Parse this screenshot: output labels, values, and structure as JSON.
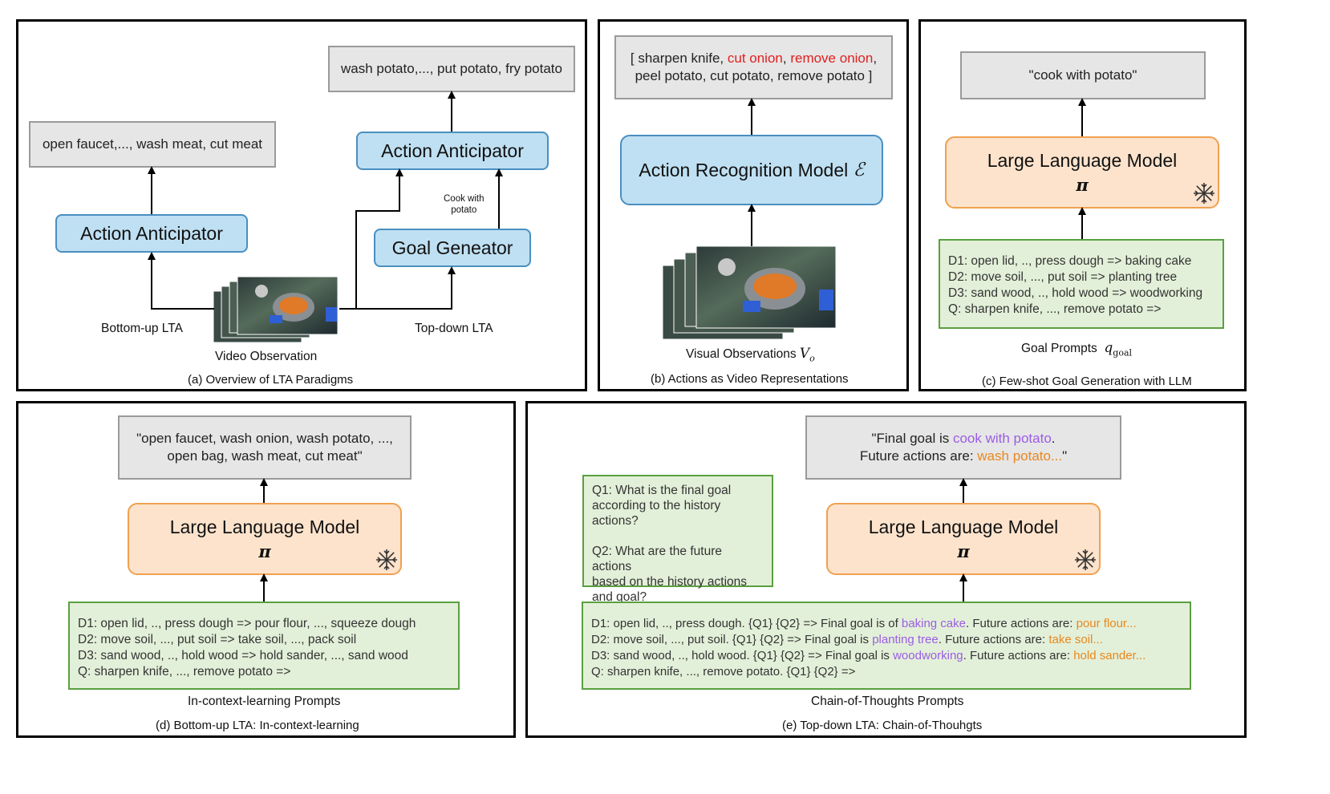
{
  "panel_a": {
    "caption": "(a) Overview of LTA Paradigms",
    "bottom_output": "open faucet,..., wash meat, cut meat",
    "top_output": "wash potato,..., put potato, fry potato",
    "anticipator_left": "Action Anticipator",
    "anticipator_right": "Action Anticipator",
    "goal_generator": "Goal Geneator",
    "goal_label_1": "Cook with",
    "goal_label_2": "potato",
    "bottom_up_label": "Bottom-up LTA",
    "top_down_label": "Top-down LTA",
    "video_label": "Video Observation"
  },
  "panel_b": {
    "caption": "(b) Actions as Video Representations",
    "output_prefix": "[ sharpen knife, ",
    "output_red_1": "cut onion",
    "output_sep": ", ",
    "output_red_2": "remove onion",
    "output_suffix": ",",
    "output_line2": "peel potato, cut potato, remove potato ]",
    "model_label": "Action Recognition Model",
    "model_symbol": "ℰ",
    "obs_label": "Visual Observations",
    "obs_symbol": "V",
    "obs_sub": "o"
  },
  "panel_c": {
    "caption": "(c) Few-shot Goal Generation with LLM",
    "output": "\"cook with potato\"",
    "llm_label": "Large Language Model",
    "llm_symbol": "π",
    "prompts": [
      "D1: open lid, .., press dough => baking cake",
      "D2: move soil, ..., put soil => planting tree",
      "D3: sand wood, .., hold wood => woodworking",
      "Q: sharpen knife, ..., remove potato =>"
    ],
    "prompt_label": "Goal Prompts",
    "prompt_symbol": "q",
    "prompt_sub": "goal"
  },
  "panel_d": {
    "caption": "(d) Bottom-up LTA: In-context-learning",
    "output_line1": "\"open faucet, wash onion, wash potato, ...,",
    "output_line2": "open bag, wash meat, cut meat\"",
    "llm_label": "Large Language Model",
    "llm_symbol": "π",
    "prompts": [
      "D1: open lid, .., press dough => pour flour, ..., squeeze dough",
      "D2: move soil, ..., put soil => take soil, ..., pack soil",
      "D3: sand wood, .., hold wood => hold sander, ..., sand wood",
      "Q: sharpen knife, ..., remove potato =>"
    ],
    "prompt_label": "In-context-learning Prompts"
  },
  "panel_e": {
    "caption": "(e) Top-down LTA: Chain-of-Thouhgts",
    "output_a": "\"Final goal is ",
    "output_goal": "cook with potato",
    "output_b": ".",
    "output_c": "Future actions are: ",
    "output_actions": "wash potato...",
    "output_d": "\"",
    "questions": [
      "Q1: What is the final goal",
      "according to the history actions?",
      "",
      "Q2: What are the future actions",
      "based on the history actions",
      "and goal?"
    ],
    "llm_label": "Large Language Model",
    "llm_symbol": "π",
    "cot": [
      {
        "pre": "D1: open lid, .., press dough. {Q1} {Q2} => Final goal is of ",
        "goal": "baking cake",
        "mid": ". Future actions are: ",
        "act": "pour flour..."
      },
      {
        "pre": "D2: move soil, ..., put soil. {Q1} {Q2} => Final goal is ",
        "goal": "planting tree",
        "mid": ". Future actions are: ",
        "act": "take soil..."
      },
      {
        "pre": "D3: sand wood, .., hold wood. {Q1} {Q2} => Final goal is ",
        "goal": "woodworking",
        "mid": ". Future actions are: ",
        "act": "hold sander..."
      },
      {
        "pre": "Q: sharpen knife, ..., remove potato. {Q1} {Q2} =>",
        "goal": "",
        "mid": "",
        "act": ""
      }
    ],
    "prompt_label": "Chain-of-Thoughts Prompts"
  },
  "colors": {
    "gray_box": "#e6e6e6",
    "blue_box": "#bfe0f2",
    "orange_box": "#fde3cc",
    "green_box": "#e3f0d9",
    "red_text": "#e02020",
    "purple_text": "#9b5de5",
    "orange_text": "#e8871e"
  }
}
